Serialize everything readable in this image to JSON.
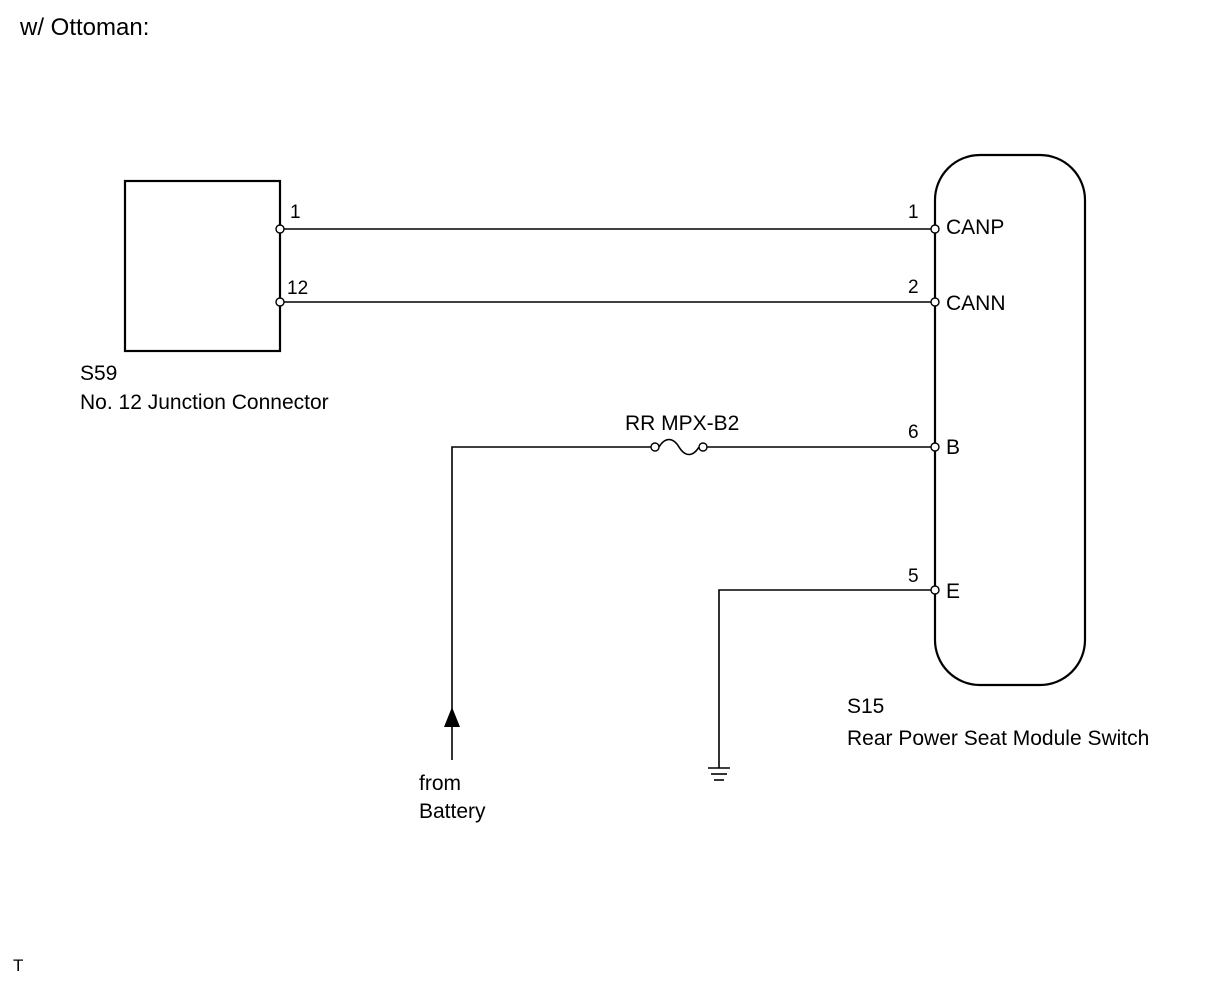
{
  "title": "w/ Ottoman:",
  "footer_mark": "T",
  "junction_connector": {
    "code": "S59",
    "name": "No. 12 Junction Connector",
    "pins": [
      {
        "number": "1"
      },
      {
        "number": "12"
      }
    ]
  },
  "module_switch": {
    "code": "S15",
    "name": "Rear Power Seat Module Switch",
    "pins": [
      {
        "number": "1",
        "signal": "CANP"
      },
      {
        "number": "2",
        "signal": "CANN"
      },
      {
        "number": "6",
        "signal": "B"
      },
      {
        "number": "5",
        "signal": "E"
      }
    ]
  },
  "fuse": {
    "label": "RR MPX-B2"
  },
  "power_source": {
    "line1": "from",
    "line2": "Battery"
  },
  "colors": {
    "line": "#000000",
    "background": "#ffffff"
  }
}
